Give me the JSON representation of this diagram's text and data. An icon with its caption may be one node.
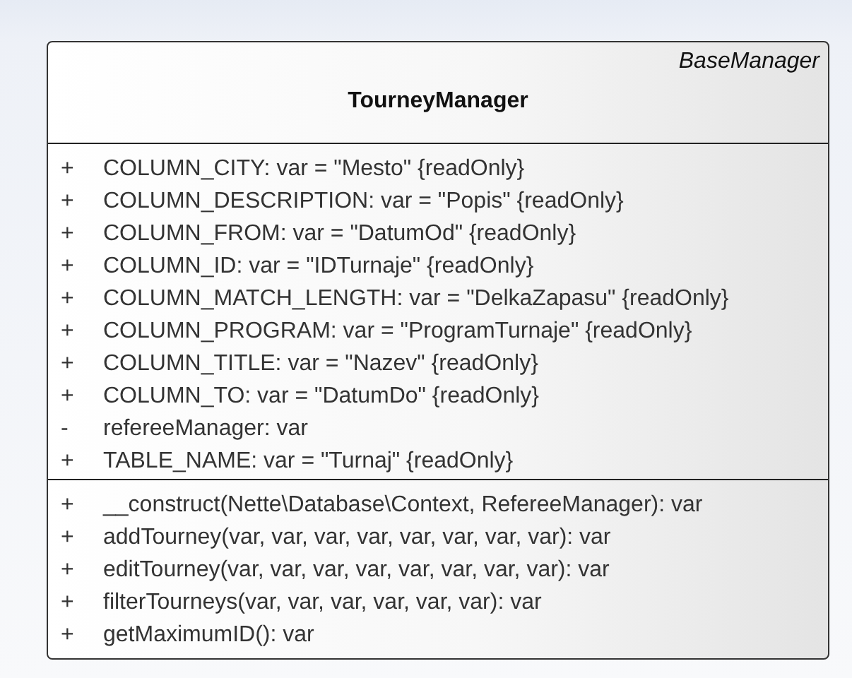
{
  "diagram": {
    "nodes": [
      {
        "text": [
          "BaseManager",
          "TourneyManager"
        ]
      },
      {
        "text": [
          "+ COLUMN_CITY: var = \"Mesto\" {readOnly}",
          "+ COLUMN_DESCRIPTION: var = \"Popis\" {readOnly}",
          "+ COLUMN_FROM: var = \"DatumOd\" {readOnly}",
          "+ COLUMN_ID: var = \"IDTurnaje\" {readOnly}",
          "+ COLUMN_MATCH_LENGTH: var = \"DelkaZapasu\" {readOnly}",
          "+ COLUMN_PROGRAM: var = \"ProgramTurnaje\" {readOnly}",
          "+ COLUMN_TITLE: var = \"Nazev\" {readOnly}",
          "+ COLUMN_TO: var = \"DatumDo\" {readOnly}",
          "- refereeManager: var",
          "+ TABLE_NAME: var = \"Turnaj\" {readOnly}"
        ],
        "in": 0
      },
      {
        "text": [
          "+ __construct(Nette\\Database\\Context, RefereeManager): var",
          "+ addTourney(var, var, var, var, var, var, var, var): var",
          "+ editTourney(var, var, var, var, var, var, var, var): var",
          "+ filterTourneys(var, var, var, var, var, var): var",
          "+ getMaximumID(): var"
        ],
        "in": 0
      }
    ]
  }
}
